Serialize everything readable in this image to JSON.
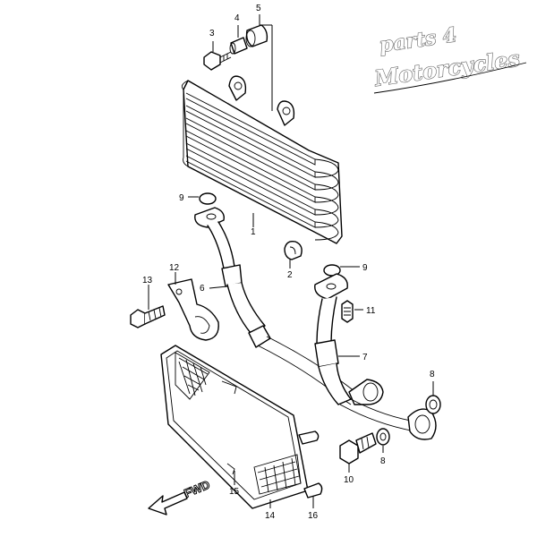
{
  "logo": {
    "line1": "parts 4",
    "line2": "Motorcycles"
  },
  "direction_label": "FWD",
  "callouts": {
    "p1": "1",
    "p2": "2",
    "p3": "3",
    "p4": "4",
    "p5": "5",
    "p6": "6",
    "p7": "7",
    "p8a": "8",
    "p8b": "8",
    "p9a": "9",
    "p9b": "9",
    "p10": "10",
    "p11": "11",
    "p12": "12",
    "p13": "13",
    "p14": "14",
    "p15": "15",
    "p16": "16"
  }
}
